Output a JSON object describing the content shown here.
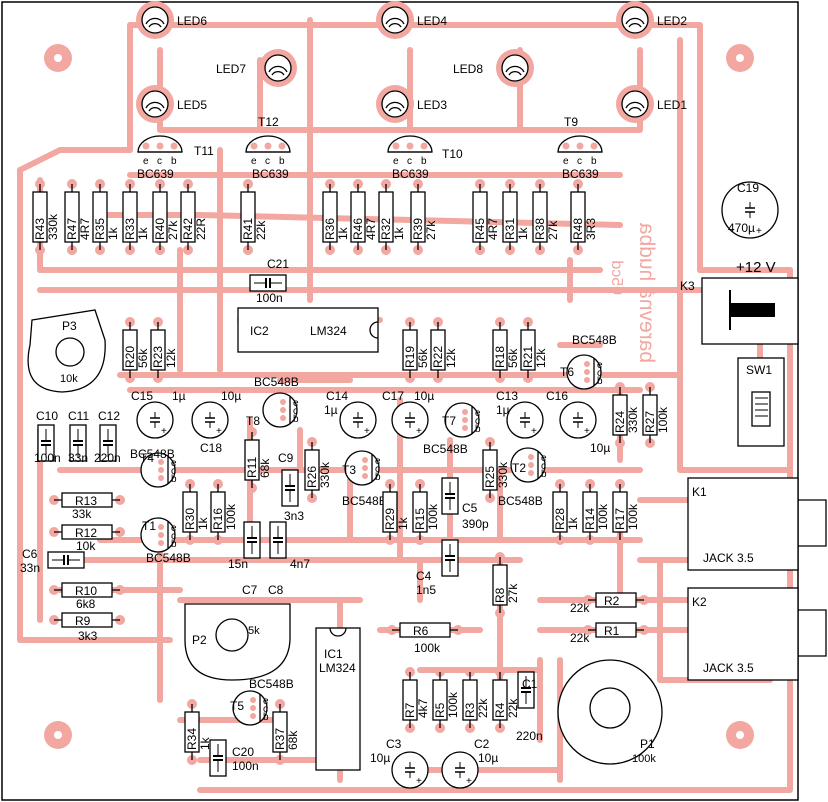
{
  "board": {
    "title_line1": "barevná hudba",
    "title_line2": "05cd",
    "trace_color": "#f2a7a1",
    "ink_color": "#000000",
    "background": "#ffffff"
  },
  "leds": [
    {
      "ref": "LED6"
    },
    {
      "ref": "LED4"
    },
    {
      "ref": "LED2"
    },
    {
      "ref": "LED7"
    },
    {
      "ref": "LED8"
    },
    {
      "ref": "LED5"
    },
    {
      "ref": "LED3"
    },
    {
      "ref": "LED1"
    }
  ],
  "transistors": [
    {
      "ref": "T11",
      "type": "BC639"
    },
    {
      "ref": "T12",
      "type": "BC639"
    },
    {
      "ref": "T10",
      "type": "BC639"
    },
    {
      "ref": "T9",
      "type": "BC639"
    },
    {
      "ref": "T8",
      "type": "BC548B"
    },
    {
      "ref": "T7",
      "type": "BC548B"
    },
    {
      "ref": "T6",
      "type": "BC548B"
    },
    {
      "ref": "T4",
      "type": "BC548B"
    },
    {
      "ref": "T3",
      "type": "BC548B"
    },
    {
      "ref": "T2",
      "type": "BC548B"
    },
    {
      "ref": "T1",
      "type": "BC548B"
    },
    {
      "ref": "T5",
      "type": "BC548B"
    }
  ],
  "pin_letters": {
    "e": "e",
    "c": "c",
    "b": "b"
  },
  "resistors_top": [
    {
      "ref": "R43",
      "value": "330k"
    },
    {
      "ref": "R47",
      "value": "4R7"
    },
    {
      "ref": "R35",
      "value": "1k"
    },
    {
      "ref": "R33",
      "value": "1k"
    },
    {
      "ref": "R40",
      "value": "27k"
    },
    {
      "ref": "R42",
      "value": "22R"
    },
    {
      "ref": "R41",
      "value": "22k"
    },
    {
      "ref": "R36",
      "value": "1k"
    },
    {
      "ref": "R46",
      "value": "4R7"
    },
    {
      "ref": "R32",
      "value": "1k"
    },
    {
      "ref": "R39",
      "value": "27k"
    },
    {
      "ref": "R45",
      "value": "4R7"
    },
    {
      "ref": "R31",
      "value": "1k"
    },
    {
      "ref": "R38",
      "value": "27k"
    },
    {
      "ref": "R48",
      "value": "3R3"
    }
  ],
  "resistors_mid": [
    {
      "ref": "R20",
      "value": "56k"
    },
    {
      "ref": "R23",
      "value": "12k"
    },
    {
      "ref": "R19",
      "value": "56k"
    },
    {
      "ref": "R22",
      "value": "12k"
    },
    {
      "ref": "R18",
      "value": "56k"
    },
    {
      "ref": "R21",
      "value": "12k"
    },
    {
      "ref": "R24",
      "value": "330k"
    },
    {
      "ref": "R27",
      "value": "100k"
    },
    {
      "ref": "R11",
      "value": "68k"
    },
    {
      "ref": "R26",
      "value": "330k"
    },
    {
      "ref": "R25",
      "value": "330k"
    },
    {
      "ref": "R30",
      "value": "1k"
    },
    {
      "ref": "R16",
      "value": "100k"
    },
    {
      "ref": "R29",
      "value": "1k"
    },
    {
      "ref": "R15",
      "value": "100k"
    },
    {
      "ref": "R28",
      "value": "1k"
    },
    {
      "ref": "R14",
      "value": "100k"
    },
    {
      "ref": "R17",
      "value": "100k"
    },
    {
      "ref": "R8",
      "value": "27k"
    }
  ],
  "resistors_left": [
    {
      "ref": "R13",
      "value": "33k"
    },
    {
      "ref": "R12",
      "value": "10k"
    },
    {
      "ref": "R10",
      "value": "6k8"
    },
    {
      "ref": "R9",
      "value": "3k3"
    }
  ],
  "resistors_bottom": [
    {
      "ref": "R6",
      "value": "100k"
    },
    {
      "ref": "R2",
      "value": "22k"
    },
    {
      "ref": "R1",
      "value": "22k"
    },
    {
      "ref": "R7",
      "value": "4k7"
    },
    {
      "ref": "R5",
      "value": "100k"
    },
    {
      "ref": "R3",
      "value": "22k"
    },
    {
      "ref": "R4",
      "value": "22k"
    },
    {
      "ref": "R34",
      "value": "1k"
    },
    {
      "ref": "R37",
      "value": "68k"
    }
  ],
  "capacitors": [
    {
      "ref": "C21",
      "value": "100n"
    },
    {
      "ref": "C19",
      "value": "470µ"
    },
    {
      "ref": "C15",
      "value": "1µ"
    },
    {
      "ref": "C18",
      "value": "10µ"
    },
    {
      "ref": "C14",
      "value": "1µ"
    },
    {
      "ref": "C17",
      "value": "10µ"
    },
    {
      "ref": "C13",
      "value": "1µ"
    },
    {
      "ref": "C16",
      "value": "10µ"
    },
    {
      "ref": "C10",
      "value": "100n"
    },
    {
      "ref": "C11",
      "value": "33n"
    },
    {
      "ref": "C12",
      "value": "220n"
    },
    {
      "ref": "C9",
      "value": "3n3"
    },
    {
      "ref": "C5",
      "value": "390p"
    },
    {
      "ref": "C6",
      "value": "33n"
    },
    {
      "ref": "C7",
      "value": "15n"
    },
    {
      "ref": "C8",
      "value": "4n7"
    },
    {
      "ref": "C4",
      "value": "1n5"
    },
    {
      "ref": "C1",
      "value": "220n"
    },
    {
      "ref": "C3",
      "value": "10µ"
    },
    {
      "ref": "C2",
      "value": "10µ"
    },
    {
      "ref": "C20",
      "value": "100n"
    }
  ],
  "ics": [
    {
      "ref": "IC2",
      "type": "LM324"
    },
    {
      "ref": "IC1",
      "type": "LM324"
    }
  ],
  "pots": [
    {
      "ref": "P3",
      "value": "10k"
    },
    {
      "ref": "P2",
      "value": "5k"
    },
    {
      "ref": "P1",
      "value": "100k"
    }
  ],
  "connectors": [
    {
      "ref": "K3",
      "label": "+12 V"
    },
    {
      "ref": "K1",
      "label": "JACK 3.5"
    },
    {
      "ref": "K2",
      "label": "JACK 3.5"
    },
    {
      "ref": "SW1",
      "label": ""
    }
  ]
}
